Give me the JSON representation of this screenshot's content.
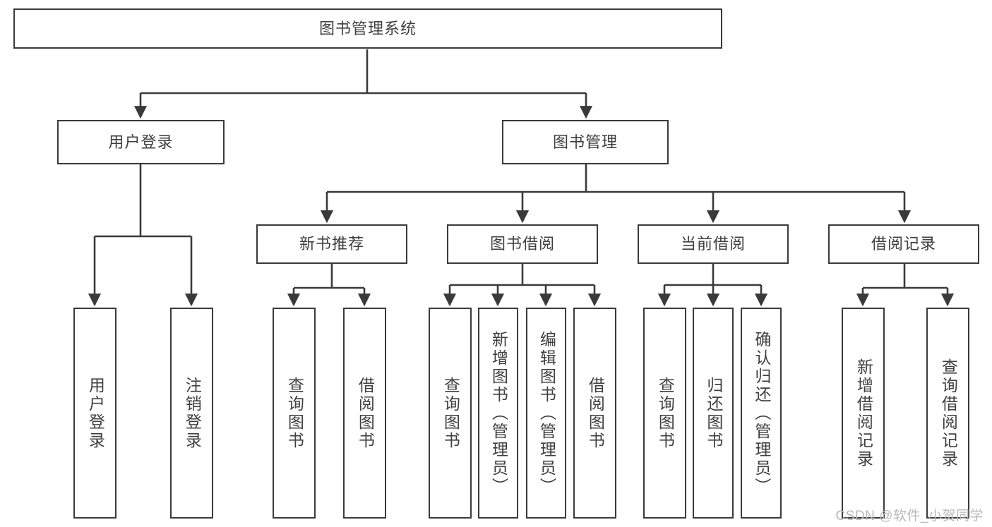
{
  "diagram": {
    "title": "图书管理系统",
    "type": "hierarchy-tree",
    "watermark": "CSDN @软件_小贺同学",
    "colors": {
      "box_border": "#3a3a3a",
      "box_fill": "#ffffff",
      "text": "#3f3f3f",
      "connector": "#3a3a3a",
      "watermark": "#b9b9b9",
      "background": "#ffffff"
    },
    "nodes": {
      "root": {
        "label": "图书管理系统"
      },
      "level1": [
        {
          "id": "user-login",
          "label": "用户登录"
        },
        {
          "id": "book-manage",
          "label": "图书管理"
        }
      ],
      "level2": [
        {
          "id": "new-book-rec",
          "label": "新书推荐"
        },
        {
          "id": "book-borrow",
          "label": "图书借阅"
        },
        {
          "id": "current-borrow",
          "label": "当前借阅"
        },
        {
          "id": "borrow-record",
          "label": "借阅记录"
        }
      ],
      "leaves": {
        "user-login": [
          {
            "id": "leaf-user-login",
            "label": "用户登录"
          },
          {
            "id": "leaf-logout",
            "label": "注销登录"
          }
        ],
        "new-book-rec": [
          {
            "id": "leaf-query-book-1",
            "label": "查询图书"
          },
          {
            "id": "leaf-borrow-book-1",
            "label": "借阅图书"
          }
        ],
        "book-borrow": [
          {
            "id": "leaf-query-book-2",
            "label": "查询图书"
          },
          {
            "id": "leaf-add-book",
            "label": "新增图书（管理员）"
          },
          {
            "id": "leaf-edit-book",
            "label": "编辑图书（管理员）"
          },
          {
            "id": "leaf-borrow-book-2",
            "label": "借阅图书"
          }
        ],
        "current-borrow": [
          {
            "id": "leaf-query-book-3",
            "label": "查询图书"
          },
          {
            "id": "leaf-return-book",
            "label": "归还图书"
          },
          {
            "id": "leaf-confirm-return",
            "label": "确认归还（管理员）"
          }
        ],
        "borrow-record": [
          {
            "id": "leaf-add-record",
            "label": "新增借阅记录"
          },
          {
            "id": "leaf-query-record",
            "label": "查询借阅记录"
          }
        ]
      }
    }
  }
}
